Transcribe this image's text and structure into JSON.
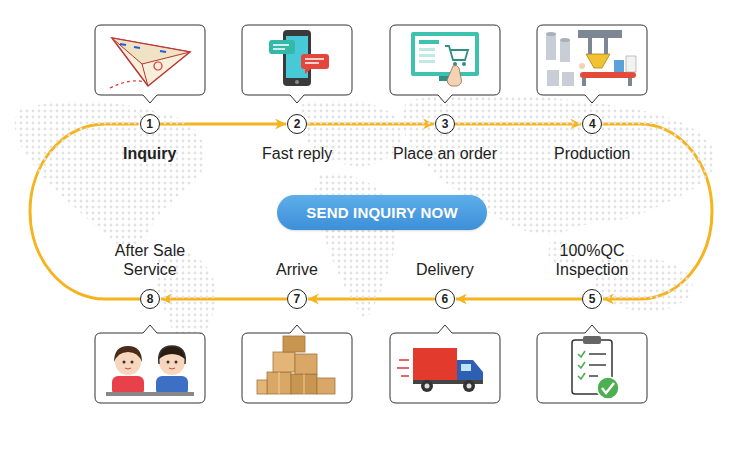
{
  "diagram": {
    "nodes": [
      {
        "text": [
          "1",
          "Inquiry"
        ]
      },
      {
        "text": [
          "2",
          "Fast reply"
        ]
      },
      {
        "text": [
          "3",
          "Place an order"
        ]
      },
      {
        "text": [
          "4",
          "Production"
        ]
      },
      {
        "text": [
          "5",
          "100%QC Inspection"
        ]
      },
      {
        "text": [
          "6",
          "Delivery"
        ]
      },
      {
        "text": [
          "7",
          "Arrive"
        ]
      },
      {
        "text": [
          "8",
          "After Sale Service"
        ]
      },
      {
        "text": [
          "SEND INQUIRY NOW"
        ]
      }
    ],
    "edges": [
      {
        "from": 0,
        "to": 1,
        "arrow": "to"
      },
      {
        "from": 1,
        "to": 2,
        "arrow": "to"
      },
      {
        "from": 2,
        "to": 3,
        "arrow": "to"
      },
      {
        "from": 3,
        "to": 4,
        "arrow": "to"
      },
      {
        "from": 4,
        "to": 5,
        "arrow": "to"
      },
      {
        "from": 5,
        "to": 6,
        "arrow": "to"
      },
      {
        "from": 6,
        "to": 7,
        "arrow": "to"
      },
      {
        "from": 7,
        "to": 0,
        "arrow": "none"
      }
    ]
  }
}
